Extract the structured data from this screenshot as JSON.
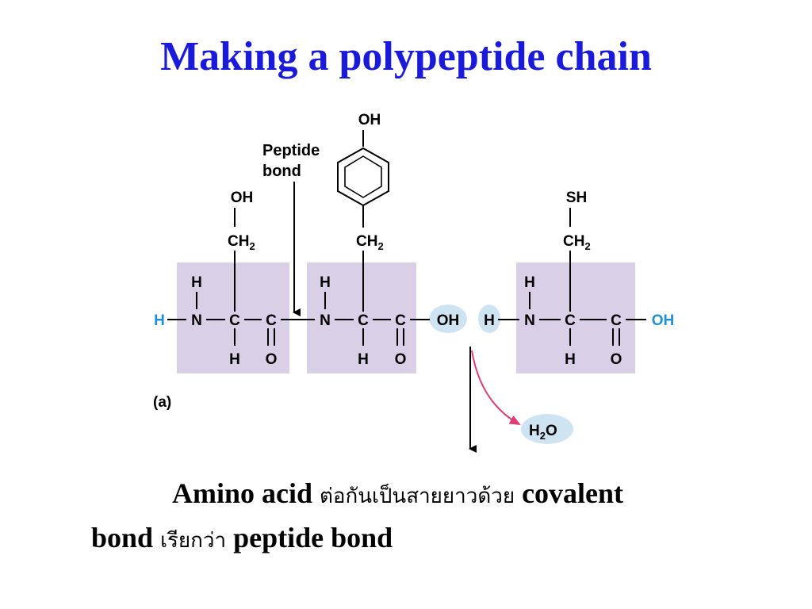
{
  "title": "Making a polypeptide chain",
  "diagram": {
    "peptide_bond_label_1": "Peptide",
    "peptide_bond_label_2": "bond",
    "panel_label": "(a)",
    "amino_acid_1": {
      "side_chain_top": "OH",
      "side_chain_mid": "CH",
      "sub": "2",
      "amine_h": "H",
      "n": "N",
      "c_alpha": "C",
      "c_carbonyl": "C",
      "h_bottom": "H",
      "o_bottom": "O",
      "terminal_h": "H"
    },
    "amino_acid_2": {
      "ring_oh": "OH",
      "side_chain_mid": "CH",
      "sub": "2",
      "amine_h": "H",
      "n": "N",
      "c_alpha": "C",
      "c_carbonyl": "C",
      "h_bottom": "H",
      "o_bottom": "O",
      "hydroxyl": "OH"
    },
    "amino_acid_3": {
      "side_chain_top": "SH",
      "side_chain_mid": "CH",
      "sub": "2",
      "free_h": "H",
      "amine_h": "H",
      "n": "N",
      "c_alpha": "C",
      "c_carbonyl": "C",
      "h_bottom": "H",
      "o_bottom": "O",
      "terminal_oh": "OH"
    },
    "water_h": "H",
    "water_sub": "2",
    "water_o": "O",
    "colors": {
      "box": "#d9cfe7",
      "highlight": "#cfe4f3",
      "terminal": "#1e90d6",
      "arrow": "#e23a72"
    }
  },
  "caption": {
    "part1": "Amino acid",
    "part2": "ต่อกันเป็นสายยาวด้วย",
    "part3": "covalent",
    "part4": "bond",
    "part5": "เรียกว่า",
    "part6": "peptide bond"
  }
}
